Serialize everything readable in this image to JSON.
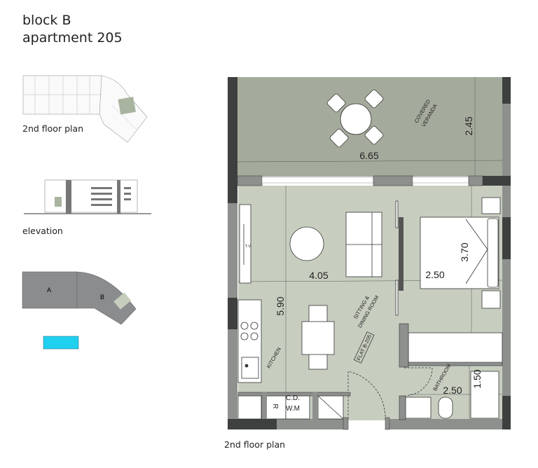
{
  "header": {
    "block": "block B",
    "apartment": "apartment 205"
  },
  "thumbnails": {
    "floor_plan_caption": "2nd floor plan",
    "elevation_caption": "elevation",
    "block_map": {
      "block_a_label": "A",
      "block_b_label": "B",
      "legend_color": "#1fd0f0"
    }
  },
  "plan": {
    "caption": "2nd floor plan",
    "rooms": {
      "veranda": "COVERED\nVERANDA",
      "veranda_line1": "COVERED",
      "veranda_line2": "VERANDA",
      "sitting_line1": "SITTING &",
      "sitting_line2": "DINING ROOM",
      "kitchen": "KITCHEN",
      "bathroom": "BATHROOM",
      "flat": "FLAT B-205",
      "tv": "T.V.",
      "cd": "C.D.",
      "wm": "W.M",
      "fridge": "R"
    },
    "dimensions": {
      "veranda_width": "6.65",
      "veranda_depth": "2.45",
      "living_width": "4.05",
      "bedroom_width": "2.50",
      "bedroom_depth": "3.70",
      "total_depth": "5.90",
      "bathroom_width": "2.50",
      "bathroom_depth": "1.50"
    },
    "colors": {
      "veranda": "#a4ab9c",
      "interior": "#c7cec0",
      "wall_dark": "#3d403e",
      "wall_grey": "#8d908d"
    }
  }
}
